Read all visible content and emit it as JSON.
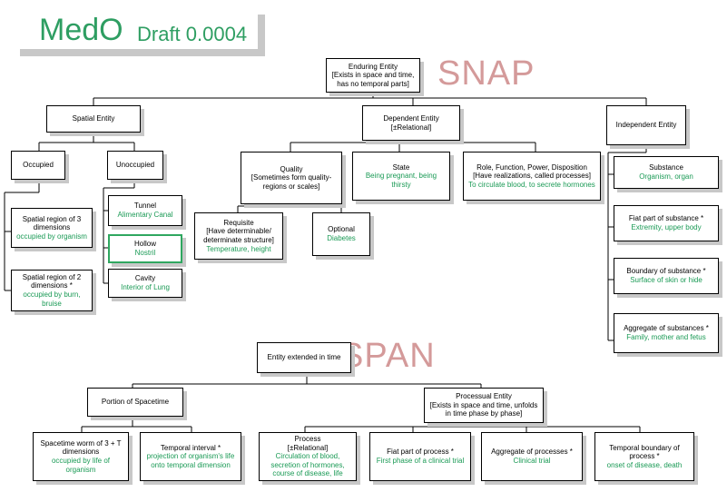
{
  "title": {
    "main": "MedO",
    "sub": "Draft 0.0004"
  },
  "labels": {
    "snap": "SNAP",
    "span": "SPAN"
  },
  "nodes": {
    "enduring": {
      "l1": "Enduring Entity",
      "l2": "[Exists in space and time,",
      "l3": "has no temporal parts]"
    },
    "spatial": {
      "l1": "Spatial Entity"
    },
    "dependent": {
      "l1": "Dependent Entity",
      "l2": "[±Relational]"
    },
    "independent": {
      "l1": "Independent Entity"
    },
    "occupied": {
      "l1": "Occupied"
    },
    "unoccupied": {
      "l1": "Unoccupied"
    },
    "quality": {
      "l1": "Quality",
      "l2": "[Sometimes form quality-",
      "l3": "regions or scales]"
    },
    "state": {
      "l1": "State",
      "ex": "Being pregnant, being thirsty"
    },
    "role": {
      "l1": "Role, Function, Power, Disposition",
      "l2": "[Have realizations, called processes]",
      "ex": "To circulate blood, to secrete hormones"
    },
    "substance": {
      "l1": "Substance",
      "ex": "Organism, organ"
    },
    "region3": {
      "l1": "Spatial region of 3",
      "l2": "dimensions",
      "ex": "occupied by organism"
    },
    "region2": {
      "l1": "Spatial region of 2",
      "l2": "dimensions *",
      "ex": "occupied by burn, bruise"
    },
    "tunnel": {
      "l1": "Tunnel",
      "ex": "Alimentary Canal"
    },
    "hollow": {
      "l1": "Hollow",
      "ex": "Nostril"
    },
    "cavity": {
      "l1": "Cavity",
      "ex": "Interior of Lung"
    },
    "requisite": {
      "l1": "Requisite",
      "l2": "[Have determinable/",
      "l3": "determinate structure]",
      "ex": "Temperature, height"
    },
    "optional": {
      "l1": "Optional",
      "ex": "Diabetes"
    },
    "fiat_sub": {
      "l1": "Fiat part of substance *",
      "ex": "Extremity, upper body"
    },
    "boundary_sub": {
      "l1": "Boundary of substance *",
      "ex": "Surface of skin or hide"
    },
    "aggregate_sub": {
      "l1": "Aggregate of substances *",
      "ex": "Family, mother and fetus"
    },
    "extended": {
      "l1": "Entity extended in time"
    },
    "spacetime": {
      "l1": "Portion of Spacetime"
    },
    "processual": {
      "l1": "Processual Entity",
      "l2": "[Exists in space and time, unfolds",
      "l3": "in time phase by phase]"
    },
    "worm": {
      "l1": "Spacetime worm of 3 + T",
      "l2": "dimensions",
      "ex": "occupied by life of organism"
    },
    "temporal": {
      "l1": "Temporal interval *",
      "ex": "projection of organism's life",
      "ex2": "onto temporal dimension"
    },
    "process": {
      "l1": "Process",
      "l2": "[±Relational]",
      "ex": "Circulation of blood,",
      "ex2": "secretion of hormones,",
      "ex3": "course of disease, life"
    },
    "fiat_proc": {
      "l1": "Fiat part of process *",
      "ex": "First phase of a clinical trial"
    },
    "aggregate_proc": {
      "l1": "Aggregate of processes *",
      "ex": "Clinical trial"
    },
    "boundary_proc": {
      "l1": "Temporal boundary of",
      "l2": "process *",
      "ex": "onset of disease, death"
    }
  }
}
